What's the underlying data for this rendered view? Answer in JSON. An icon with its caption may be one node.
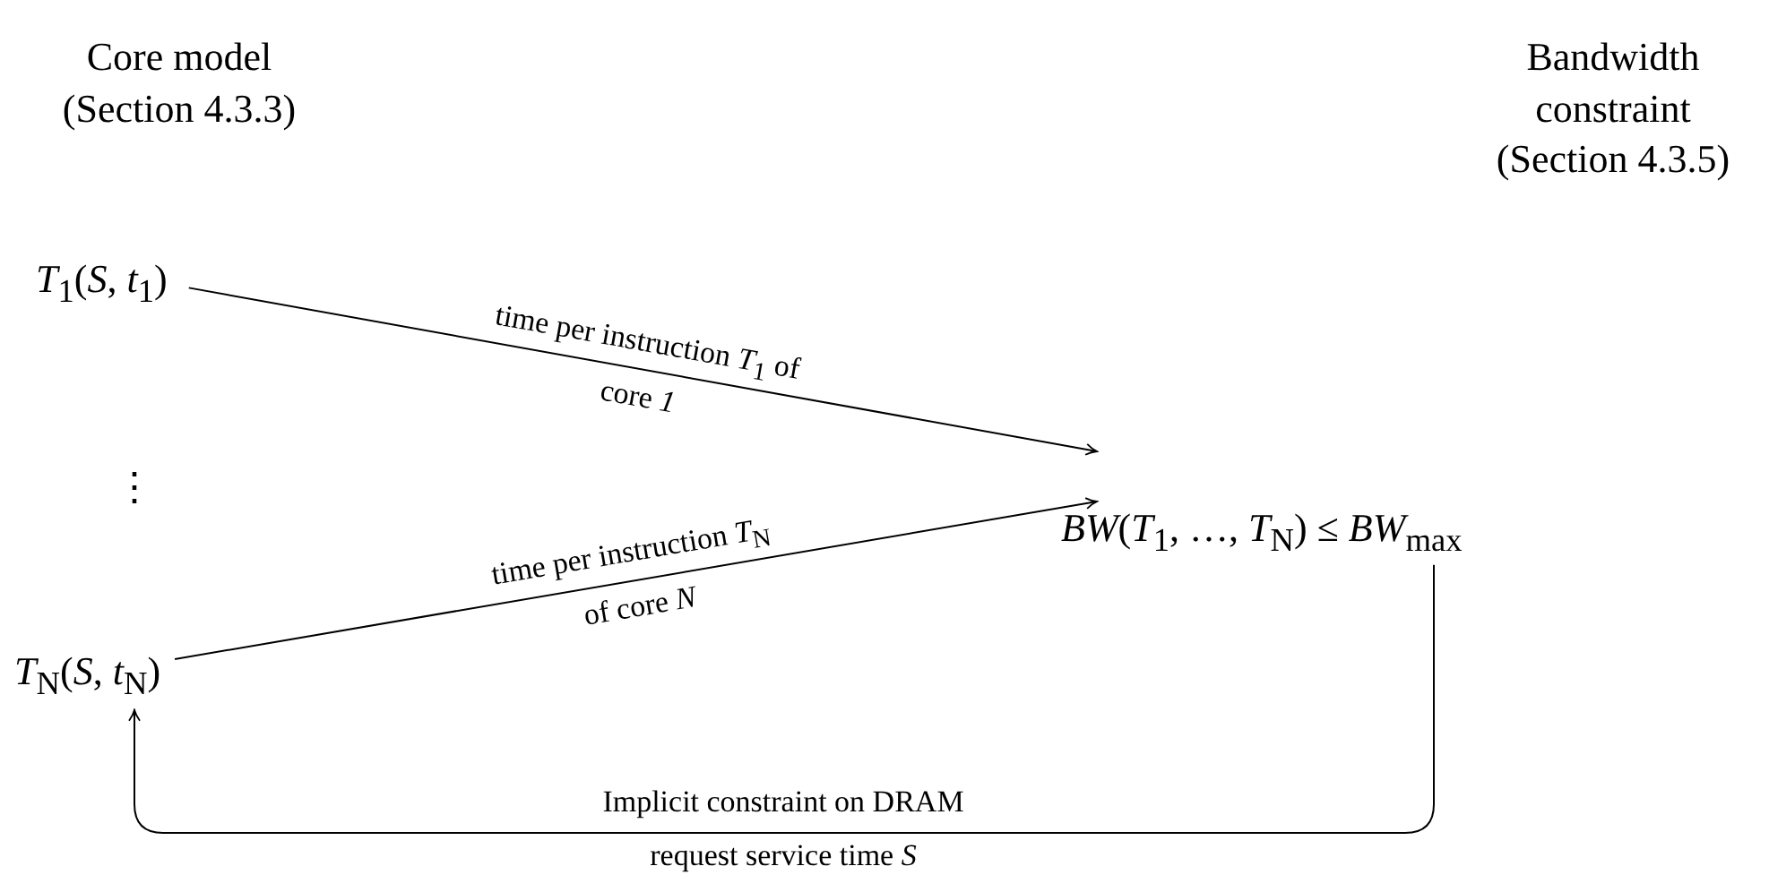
{
  "diagram": {
    "nodes": [
      {
        "text": [
          "*T*$_{1}$(*S*, *t*$_{1}$)"
        ]
      },
      {
        "text": [
          "*T*$_{N}$(*S*, *t*$_{N}$)"
        ]
      },
      {
        "text": [
          "*BW*(*T*$_{1}$, …, *T*$_{N}$) ≤ *BW*$_{max}$"
        ]
      }
    ],
    "edges": [
      {
        "from": 0,
        "to": 2,
        "arrow": "to",
        "label": "time per instruction *T*$_{1}$ of core *1*"
      },
      {
        "from": 1,
        "to": 2,
        "arrow": "to",
        "label": "time per instruction *T*$_{N}$ of core *N*"
      },
      {
        "from": 2,
        "to": 1,
        "arrow": "to",
        "label": "Implicit constraint on DRAM request service time *S*"
      }
    ],
    "labels": [
      "Core model (Section 4.3.3)",
      "Bandwidth constraint (Section 4.3.5)",
      "⋮"
    ]
  }
}
